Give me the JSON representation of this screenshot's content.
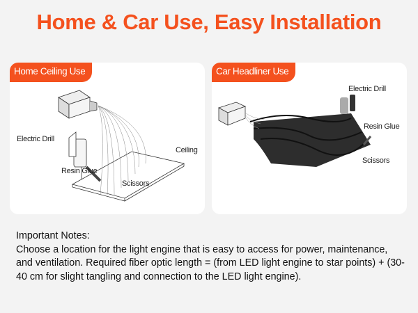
{
  "header": {
    "title": "Home & Car Use, Easy Installation"
  },
  "panels": {
    "home": {
      "tab": "Home Ceiling Use",
      "labels": {
        "drill": "Electric Drill",
        "ceiling": "Ceiling",
        "glue": "Resin Glue",
        "scissors": "Scissors"
      }
    },
    "car": {
      "tab": "Car Headliner Use",
      "labels": {
        "drill": "Electric Drill",
        "glue": "Resin Glue",
        "scissors": "Scissors"
      }
    }
  },
  "notes": {
    "heading": "Important Notes:",
    "body": "Choose a location for the light engine that is easy to access for power, maintenance, and ventilation. Required fiber optic length = (from LED light engine to star points) + (30-40 cm for slight tangling and connection to the LED light engine)."
  },
  "colors": {
    "accent": "#f4511e",
    "background": "#f3f3f3"
  }
}
